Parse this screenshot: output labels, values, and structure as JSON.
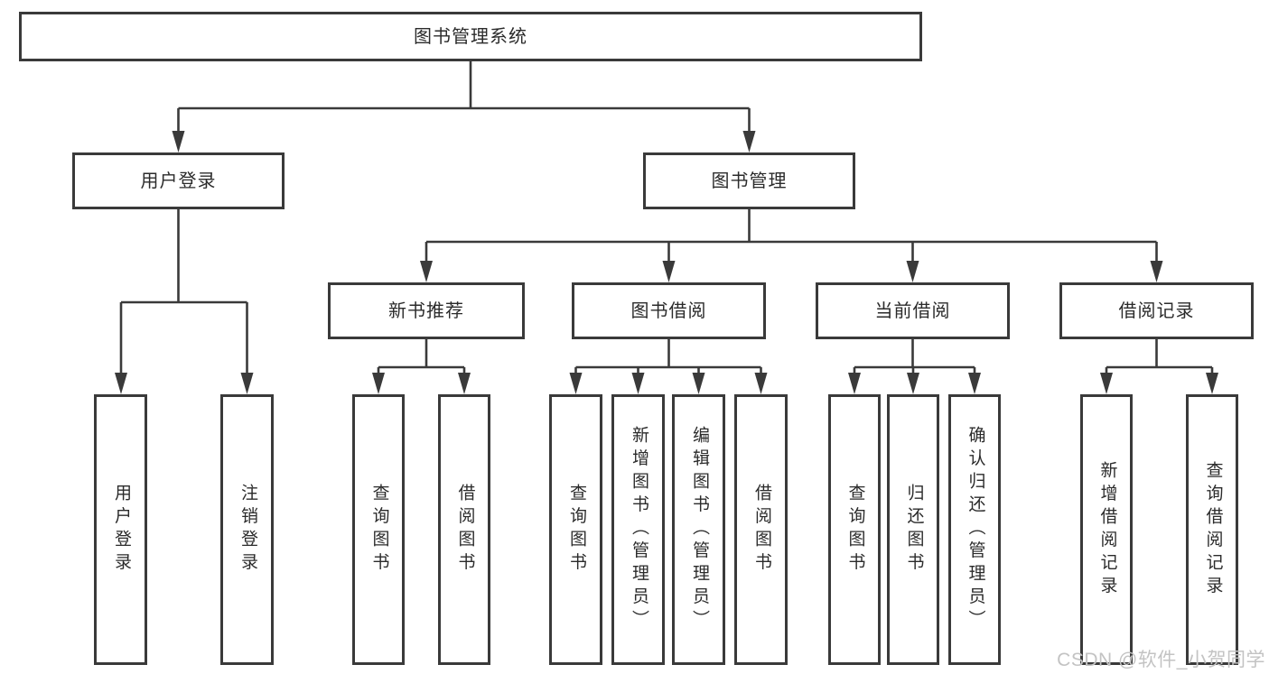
{
  "tree": {
    "root": "图书管理系统",
    "branches": [
      {
        "label": "用户登录",
        "children": [
          "用户登录",
          "注销登录"
        ]
      },
      {
        "label": "图书管理",
        "children": [
          {
            "label": "新书推荐",
            "children": [
              "查询图书",
              "借阅图书"
            ]
          },
          {
            "label": "图书借阅",
            "children": [
              "查询图书",
              "新增图书（管理员）",
              "编辑图书（管理员）",
              "借阅图书"
            ]
          },
          {
            "label": "当前借阅",
            "children": [
              "查询图书",
              "归还图书",
              "确认归还（管理员）"
            ]
          },
          {
            "label": "借阅记录",
            "children": [
              "新增借阅记录",
              "查询借阅记录"
            ]
          }
        ]
      }
    ]
  },
  "watermark": "CSDN @软件_小贺同学",
  "colors": {
    "line": "#3a3a3a",
    "box_background": "#ffffff",
    "text": "#2b2b2b",
    "watermark": "#c3c3c3",
    "page_background": "#ffffff"
  }
}
